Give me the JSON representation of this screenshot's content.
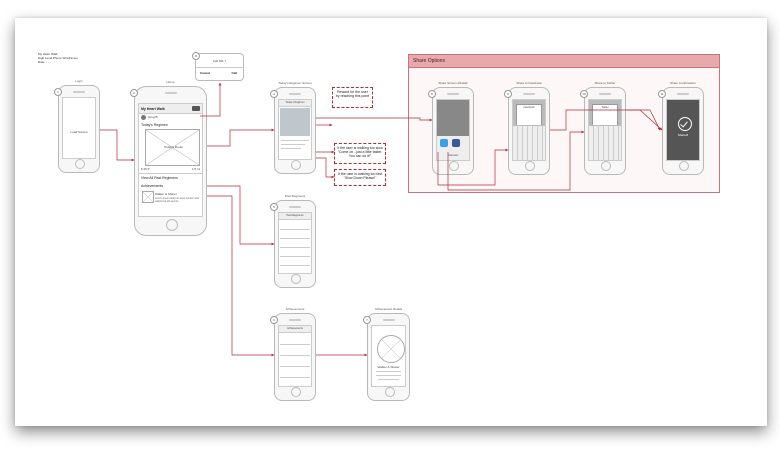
{
  "note": {
    "title": "My Heart Walk",
    "sub": "High Level Phone Wireframes",
    "meta": "Date:  -  -  -"
  },
  "share": {
    "title": "Share Options"
  },
  "popup": {
    "number": "Call 911 ?",
    "cancel": "Cancel",
    "call": "Call"
  },
  "screens": {
    "login": {
      "caption": "Login",
      "label": "Load Screen"
    },
    "main": {
      "caption": "Home",
      "app_title": "My Heart Walk",
      "user": "Greg B.",
      "section": "Today's Regimen",
      "image_label": "Today's Route",
      "start_time": "6:15 P",
      "dist": "1.5 mi",
      "link1": "View All Past Regimens",
      "link2": "Achievements",
      "achv_title": "Walker & Sharer",
      "achv_text": "Lorem ipsum dolor sit amet consec tetur adipiscing elit sed do."
    },
    "map": {
      "caption": "Today's Regimen Screen",
      "nav": "Today's Regimen"
    },
    "past": {
      "caption": "Past Regimens",
      "nav": "Past Regimens"
    },
    "achievements": {
      "caption": "Achievements",
      "nav": "Achievements"
    },
    "achv_detail": {
      "caption": "Achievement Details",
      "label": "Walker & Sharer"
    },
    "share1": {
      "caption": "Share Screen (Modal)",
      "button": "Cancel"
    },
    "share2": {
      "caption": "Share to Facebook",
      "nav": "Facebook"
    },
    "share3": {
      "caption": "Share to Twitter",
      "nav": "Twitter"
    },
    "share4": {
      "caption": "Share Confirmation",
      "label": "Shared!"
    }
  },
  "callouts": {
    "c1": "Reward for the user by reaching this point",
    "c2": "If the user is walking too slow \"Come on...just a little faster. You can do it!\"",
    "c3": "If the user is walking too fast \"Slow Down Please!\""
  },
  "colors": {
    "accent": "#b22b3a",
    "frame": "#e7a8ae"
  }
}
